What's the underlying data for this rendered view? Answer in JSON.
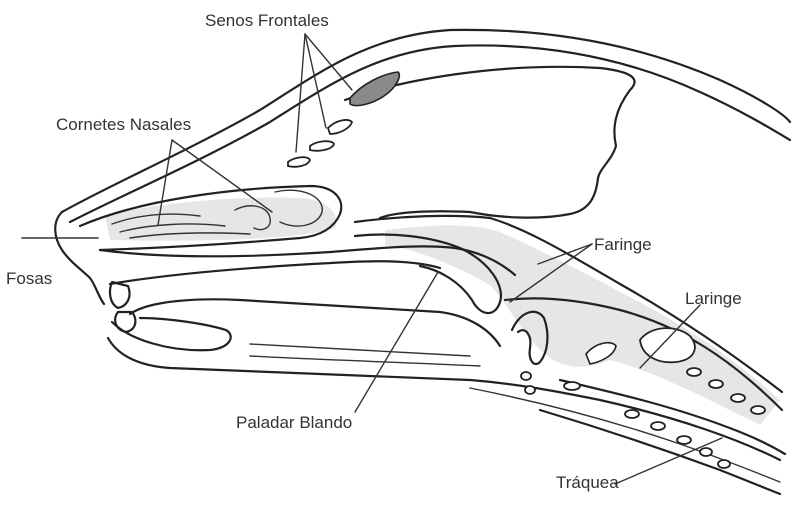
{
  "labels": {
    "senos_frontales": "Senos Frontales",
    "cornetes_nasales": "Cornetes Nasales",
    "fosas": "Fosas",
    "faringe": "Faringe",
    "laringe": "Laringe",
    "paladar_blando": "Paladar Blando",
    "traquea": "Tráquea"
  },
  "colors": {
    "line": "#222222",
    "shaded_area": "#e6e6e6",
    "sinus_fill": "#8a8a8a",
    "text": "#333333"
  }
}
